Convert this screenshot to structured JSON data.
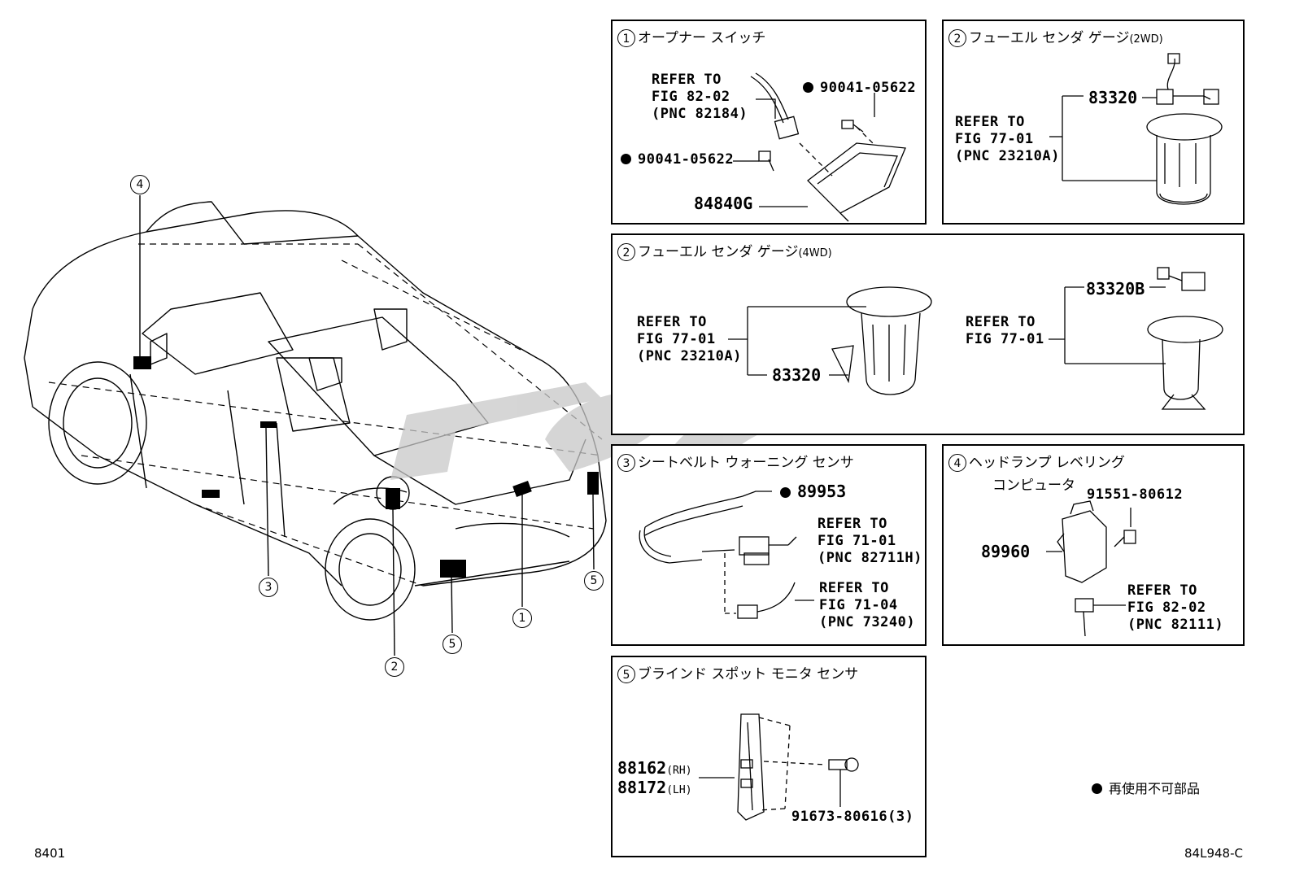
{
  "panels": {
    "p1": {
      "num": "1",
      "title": "オープナー スイッチ",
      "refer": [
        "REFER TO",
        "FIG 82-02",
        "(PNC 82184)"
      ],
      "bolt_top": "90041-05622",
      "bolt_left": "90041-05622",
      "part": "84840G"
    },
    "p2a": {
      "num": "2",
      "title": "フューエル センダ ゲージ",
      "title_suffix": "(2WD)",
      "part": "83320",
      "refer": [
        "REFER TO",
        "FIG 77-01",
        "(PNC 23210A)"
      ]
    },
    "p2b": {
      "num": "2",
      "title": "フューエル センダ ゲージ",
      "title_suffix": "(4WD)",
      "refer_left": [
        "REFER TO",
        "FIG 77-01",
        "(PNC 23210A)"
      ],
      "part_left": "83320",
      "refer_right": [
        "REFER TO",
        "FIG 77-01"
      ],
      "part_right": "83320B"
    },
    "p3": {
      "num": "3",
      "title": "シートベルト ウォーニング センサ",
      "part": "89953",
      "refer1": [
        "REFER TO",
        "FIG 71-01",
        "(PNC 82711H)"
      ],
      "refer2": [
        "REFER TO",
        "FIG 71-04",
        "(PNC 73240)"
      ]
    },
    "p4": {
      "num": "4",
      "title": "ヘッドランプ レベリング",
      "title2": "コンピュータ",
      "part": "89960",
      "bolt": "91551-80612",
      "refer": [
        "REFER TO",
        "FIG 82-02",
        "(PNC 82111)"
      ]
    },
    "p5": {
      "num": "5",
      "title": "ブラインド スポット モニタ センサ",
      "part_rh": "88162",
      "rh": "(RH)",
      "part_lh": "88172",
      "lh": "(LH)",
      "bolt": "91673-80616",
      "bolt_qty": "(3)"
    }
  },
  "callouts": [
    "4",
    "3",
    "2",
    "5",
    "1",
    "5"
  ],
  "legend": "再使用不可部品",
  "footer": {
    "left": "8401",
    "right": "84L948-C"
  },
  "colors": {
    "line": "#000000",
    "watermark": "#c8c8c8"
  }
}
